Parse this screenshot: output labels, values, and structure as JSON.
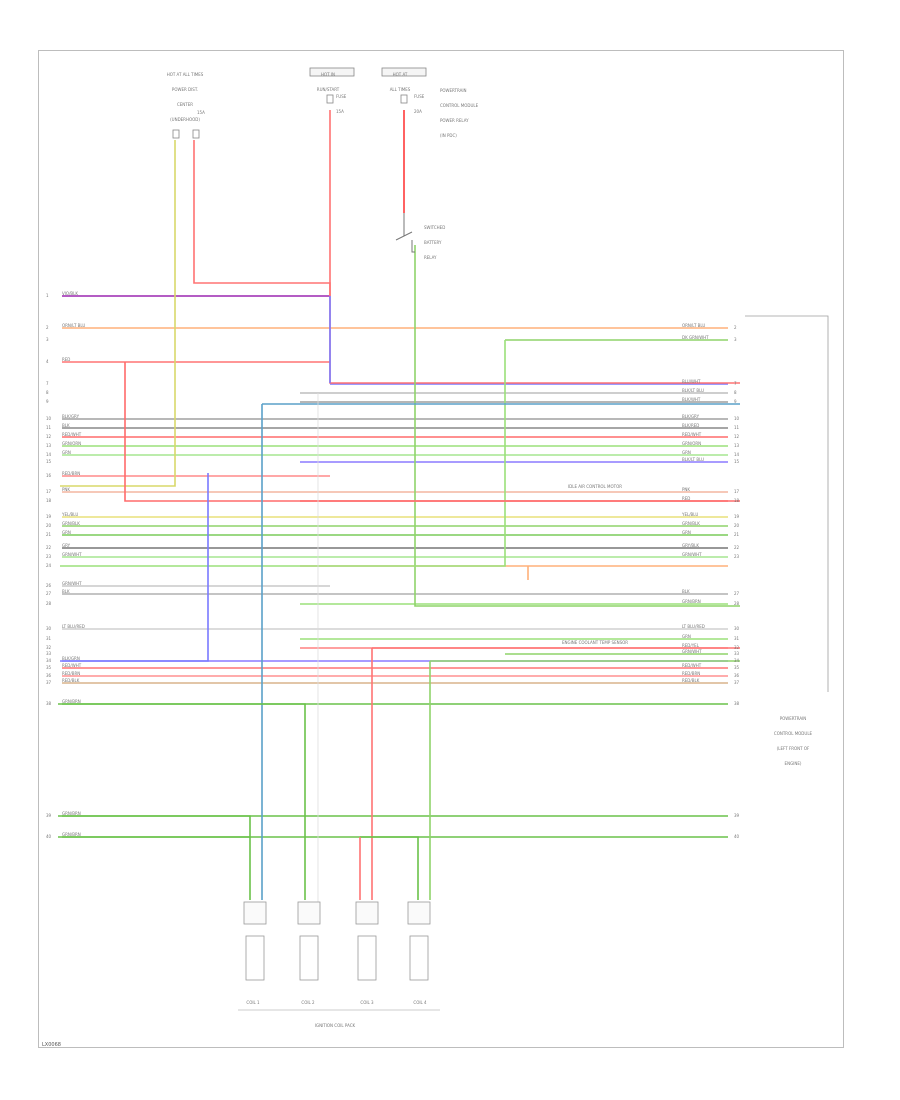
{
  "diagram": {
    "top_components": [
      {
        "id": "c1",
        "lines": [
          "HOT AT ALL TIMES",
          "POWER DIST.",
          "CENTER",
          "(UNDERHOOD)"
        ],
        "fuse": "15A"
      },
      {
        "id": "c2",
        "lines": [
          "HOT IN",
          "RUN/START"
        ],
        "fuse_lines": [
          "FUSE",
          "15A"
        ]
      },
      {
        "id": "c3",
        "lines": [
          "HOT AT",
          "ALL TIMES"
        ],
        "fuse_lines": [
          "FUSE",
          "20A"
        ]
      },
      {
        "id": "c4",
        "lines": [
          "POWERTRAIN",
          "CONTROL MODULE",
          "POWER RELAY",
          "(IN PDC)"
        ]
      }
    ],
    "relay_label": [
      "SWITCHED",
      "BATTERY",
      "RELAY"
    ],
    "module_name": [
      "POWERTRAIN",
      "CONTROL MODULE",
      "(LEFT FRONT OF",
      "ENGINE)"
    ],
    "sensor_labels": [
      "IDLE AIR CONTROL MOTOR",
      "ENGINE COOLANT TEMP SENSOR"
    ],
    "coils": [
      "COIL 1",
      "COIL 2",
      "COIL 3",
      "COIL 4"
    ],
    "coil_group_label": "IGNITION COIL PACK",
    "footer": "LX0068",
    "wires": [
      {
        "name": "violet",
        "left": "VIO/BLK",
        "right": "",
        "pin": "1",
        "color": "#9c27b0"
      },
      {
        "name": "orange",
        "left": "ORN/LT BLU",
        "right": "ORN/LT BLU",
        "pin": "2",
        "color": "#ffb07a"
      },
      {
        "name": "green-top",
        "left": "",
        "right": "DK GRN/WHT",
        "pin": "3",
        "color": "#8fd46a"
      },
      {
        "name": "red-a",
        "left": "RED",
        "right": "",
        "pin": "4",
        "color": "#ff7373"
      },
      {
        "name": "blue-a",
        "left": "",
        "right": "BLU/WHT",
        "pin": "7",
        "color": "#7a7aff"
      },
      {
        "name": "gray-a",
        "left": "",
        "right": "BLK/LT BLU",
        "pin": "8",
        "color": "#bdbdbd"
      },
      {
        "name": "gray-b",
        "left": "",
        "right": "BLK/WHT",
        "pin": "9",
        "color": "#9e9e9e"
      },
      {
        "name": "gray-c",
        "left": "BLK/GRY",
        "right": "BLK/GRY",
        "pin": "10",
        "color": "#a0a0a0"
      },
      {
        "name": "gray-d",
        "left": "BLK",
        "right": "BLK/RED",
        "pin": "11",
        "color": "#888888"
      },
      {
        "name": "red-b",
        "left": "RED/WHT",
        "right": "RED/WHT",
        "pin": "12",
        "color": "#ff6b6b"
      },
      {
        "name": "green-a",
        "left": "GRN/ORN",
        "right": "GRN/ORN",
        "pin": "13",
        "color": "#9be07a"
      },
      {
        "name": "green-b",
        "left": "GRN",
        "right": "GRN",
        "pin": "14",
        "color": "#a6e690"
      },
      {
        "name": "violet-b",
        "left": "",
        "right": "BLK/LT BLU",
        "pin": "15",
        "color": "#8c7aff"
      },
      {
        "name": "red-c",
        "left": "RED/BRN",
        "right": "",
        "pin": "16",
        "color": "#ff8a8a"
      },
      {
        "name": "tan",
        "left": "PNK",
        "right": "PNK",
        "pin": "17",
        "color": "#f4b6a0"
      },
      {
        "name": "red-d",
        "left": "",
        "right": "RED",
        "pin": "18",
        "color": "#ff5c5c"
      },
      {
        "name": "yellow",
        "left": "YEL/BLU",
        "right": "YEL/BLU",
        "pin": "19",
        "color": "#e8e07a"
      },
      {
        "name": "green-c",
        "left": "GRN/BLK",
        "right": "GRN/BLK",
        "pin": "20",
        "color": "#8fd46a"
      },
      {
        "name": "green-d",
        "left": "GRN",
        "right": "GRN",
        "pin": "21",
        "color": "#7acc5a"
      },
      {
        "name": "gray-e",
        "left": "GRY",
        "right": "GRY/BLK",
        "pin": "22",
        "color": "#777777"
      },
      {
        "name": "green-e",
        "left": "GRN/WHT",
        "right": "GRN/WHT",
        "pin": "23",
        "color": "#a6e690"
      },
      {
        "name": "orange-b",
        "left": "",
        "right": "",
        "pin": "24",
        "color": "#ffb07a"
      },
      {
        "name": "gray-f",
        "left": "GRN/WHT",
        "right": "",
        "pin": "26",
        "color": "#c8c8c8"
      },
      {
        "name": "gray-g",
        "left": "BLK",
        "right": "BLK",
        "pin": "27",
        "color": "#b0b0b0"
      },
      {
        "name": "green-f",
        "left": "",
        "right": "GRN/BRN",
        "pin": "28",
        "color": "#9be07a"
      },
      {
        "name": "gray-h",
        "left": "LT BLU/RED",
        "right": "LT BLU/RED",
        "pin": "30",
        "color": "#d0d0d0"
      },
      {
        "name": "green-g",
        "left": "",
        "right": "GRN",
        "pin": "31",
        "color": "#9be07a"
      },
      {
        "name": "red-e",
        "left": "",
        "right": "RED/YEL",
        "pin": "32",
        "color": "#ff8080"
      },
      {
        "name": "green-h",
        "left": "",
        "right": "GRN/WHT",
        "pin": "33",
        "color": "#8fd46a"
      },
      {
        "name": "violet-c",
        "left": "BLK/GRN",
        "right": "",
        "pin": "34",
        "color": "#8c7aff"
      },
      {
        "name": "red-f",
        "left": "RED/WHT",
        "right": "RED/WHT",
        "pin": "35",
        "color": "#ff7373"
      },
      {
        "name": "red-g",
        "left": "RED/BRN",
        "right": "RED/BRN",
        "pin": "36",
        "color": "#ff9090"
      },
      {
        "name": "tan-b",
        "left": "RED/BLK",
        "right": "RED/BLK",
        "pin": "37",
        "color": "#d9b38c"
      },
      {
        "name": "green-i",
        "left": "GRN/BRN",
        "right": "",
        "pin": "38",
        "color": "#6ac24a"
      },
      {
        "name": "green-j",
        "left": "GRN/BRN",
        "right": "",
        "pin": "39",
        "color": "#6ac24a"
      },
      {
        "name": "green-k",
        "left": "GRN/BRN",
        "right": "",
        "pin": "40",
        "color": "#6ac24a"
      }
    ]
  }
}
